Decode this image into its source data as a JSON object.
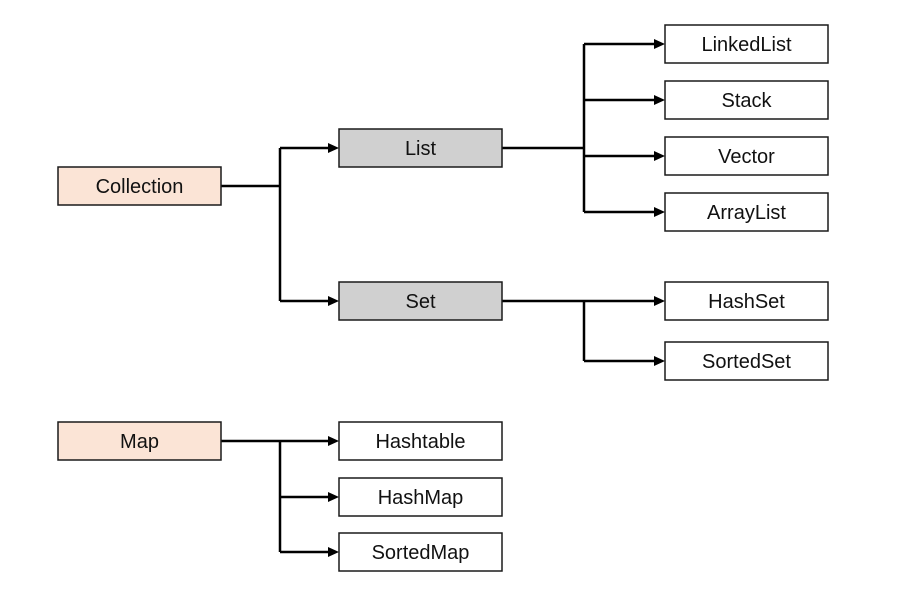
{
  "diagram": {
    "nodes": [
      {
        "id": "collection",
        "label": "Collection",
        "level": "root"
      },
      {
        "id": "list",
        "label": "List",
        "level": "mid"
      },
      {
        "id": "set",
        "label": "Set",
        "level": "mid"
      },
      {
        "id": "linkedlist",
        "label": "LinkedList",
        "level": "leaf"
      },
      {
        "id": "stack",
        "label": "Stack",
        "level": "leaf"
      },
      {
        "id": "vector",
        "label": "Vector",
        "level": "leaf"
      },
      {
        "id": "arraylist",
        "label": "ArrayList",
        "level": "leaf"
      },
      {
        "id": "hashset",
        "label": "HashSet",
        "level": "leaf"
      },
      {
        "id": "sortedset",
        "label": "SortedSet",
        "level": "leaf"
      },
      {
        "id": "map",
        "label": "Map",
        "level": "root"
      },
      {
        "id": "hashtable",
        "label": "Hashtable",
        "level": "leaf"
      },
      {
        "id": "hashmap",
        "label": "HashMap",
        "level": "leaf"
      },
      {
        "id": "sortedmap",
        "label": "SortedMap",
        "level": "leaf"
      }
    ],
    "edges": [
      {
        "from": "collection",
        "to": [
          "list",
          "set"
        ]
      },
      {
        "from": "list",
        "to": [
          "linkedlist",
          "stack",
          "vector",
          "arraylist"
        ]
      },
      {
        "from": "set",
        "to": [
          "hashset",
          "sortedset"
        ]
      },
      {
        "from": "map",
        "to": [
          "hashtable",
          "hashmap",
          "sortedmap"
        ]
      }
    ],
    "colors": {
      "root_fill": "#fbe4d6",
      "mid_fill": "#d0d0d0",
      "leaf_fill": "#ffffff",
      "stroke": "#1a1a1a"
    }
  }
}
